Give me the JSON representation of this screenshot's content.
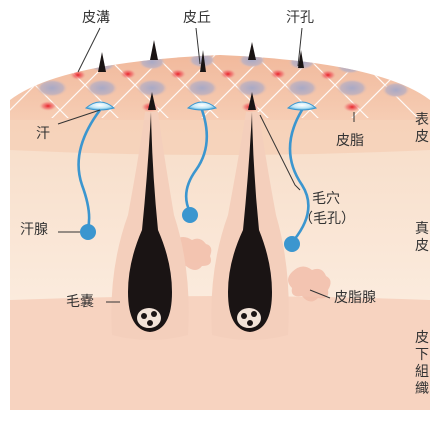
{
  "labels": {
    "groove": "皮溝",
    "ridge": "皮丘",
    "sweat_pore": "汗孔",
    "sweat": "汗",
    "sebum": "皮脂",
    "sweat_gland": "汗腺",
    "hair_follicle_opening": "毛穴",
    "hair_follicle_opening_alt": "（毛孔）",
    "hair_bulb": "毛嚢",
    "sebaceous_gland": "皮脂腺"
  },
  "layers": {
    "epidermis": "表皮",
    "dermis": "真皮",
    "subcutaneous": "皮下組織"
  },
  "colors": {
    "epidermis_surface": "#f3c7a9",
    "epidermis_dark": "#eab08f",
    "dermis": "#fbe6d6",
    "subcutaneous": "#f7d3c0",
    "sweat_duct": "#3b96cf",
    "sebum_spot": "#e03a3a",
    "hair": "#1a1414",
    "grid_line": "#ffffff"
  }
}
